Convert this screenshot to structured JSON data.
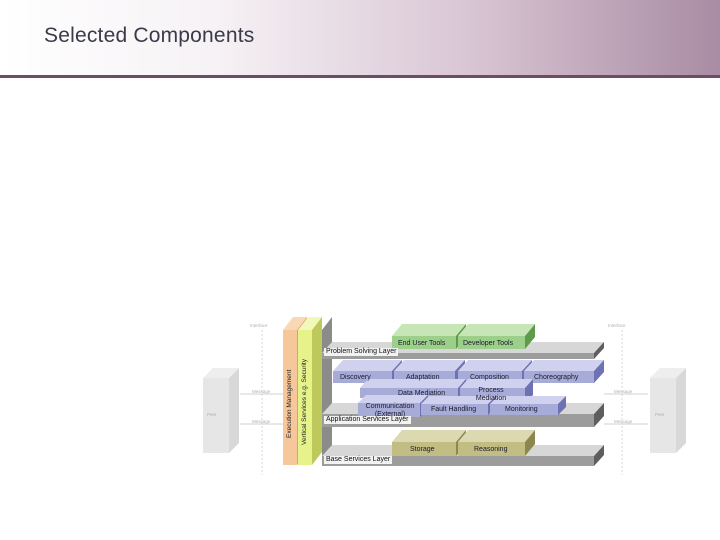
{
  "slide": {
    "title": "Selected Components"
  },
  "diagram": {
    "vertical": {
      "execution": "Execution Management",
      "security": "Vertical Services e.g. Security"
    },
    "layers": {
      "problem_solving": "Problem Solving Layer",
      "application_services": "Application Services Layer",
      "base_services": "Base Services Layer"
    },
    "boxes": {
      "end_user_tools": "End User Tools",
      "developer_tools": "Developer Tools",
      "discovery": "Discovery",
      "adaptation": "Adaptation",
      "composition": "Composition",
      "choreography": "Choreography",
      "data_mediation": "Data Mediation",
      "process_mediation": "Process Mediation",
      "communication": "Communication (External)",
      "fault_handling": "Fault Handling",
      "monitoring": "Monitoring",
      "storage": "Storage",
      "reasoning": "Reasoning"
    },
    "peripheral": {
      "left_peer": "Peer",
      "right_peer": "Peer",
      "left_top": "Interface",
      "right_top": "Interface",
      "left_msg_1": "Message",
      "left_msg_2": "Message",
      "right_msg_1": "Message",
      "right_msg_2": "Message"
    }
  },
  "colors": {
    "header_accent": "#6d4d66",
    "green": "#9ccf8a",
    "purple": "#a7abd8",
    "olive": "#c2bd83",
    "orange": "#f5c79a",
    "yellow": "#e6f28a",
    "grey": "#b9b9b9"
  }
}
